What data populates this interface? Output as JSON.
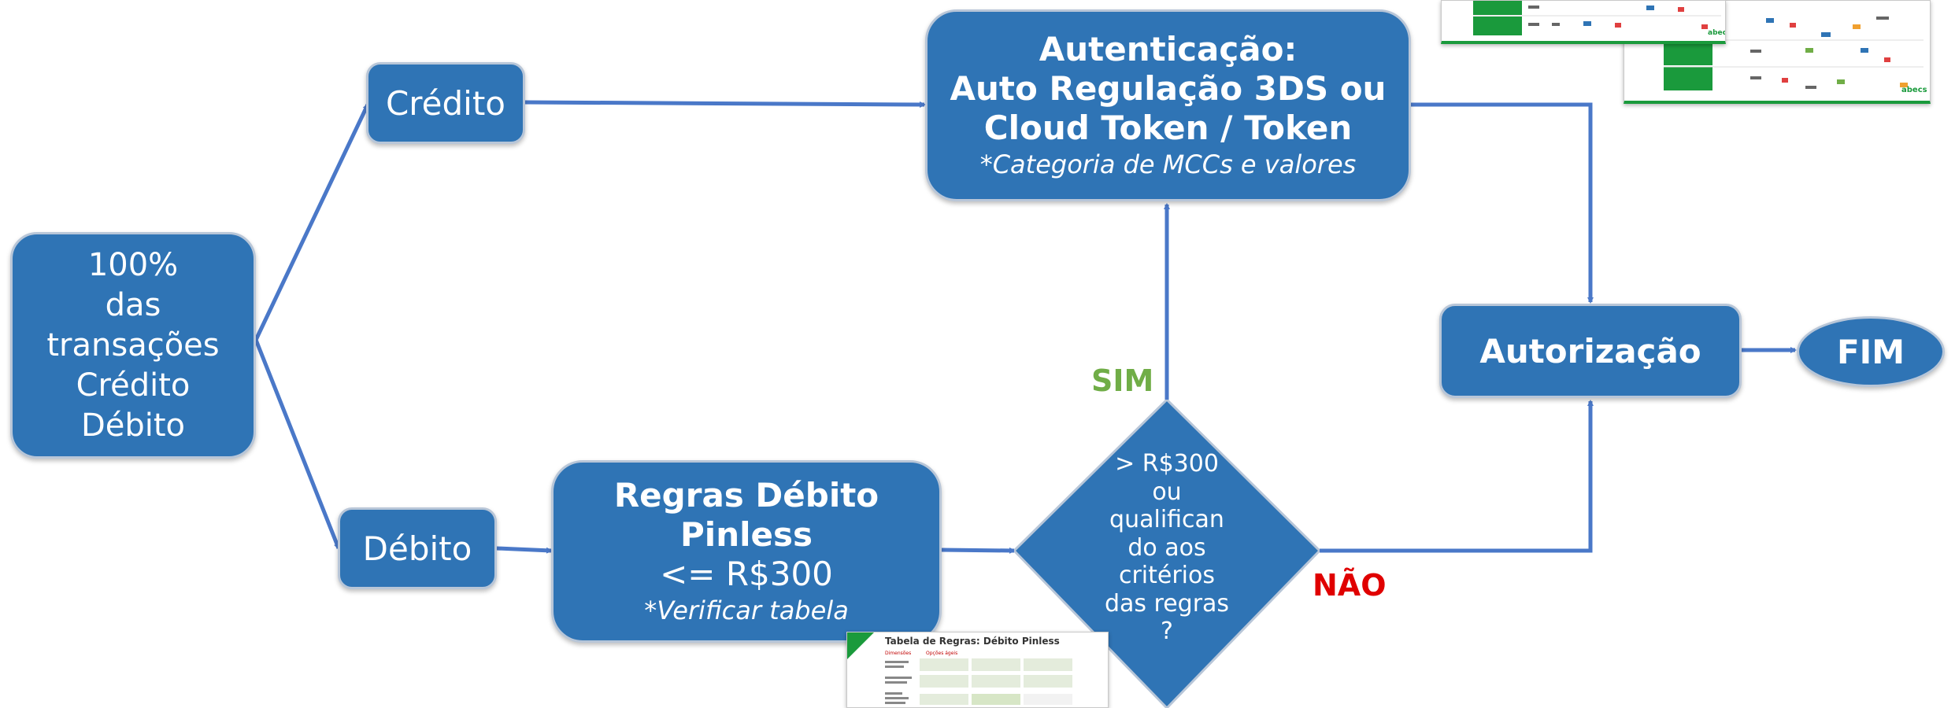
{
  "colors": {
    "node_fill": "#2f74b5",
    "edge": "#4a78c8",
    "sim": "#70ad47",
    "nao": "#e00000",
    "brand_green": "#1a9a3c"
  },
  "nodes": {
    "start": {
      "lines": [
        "100%",
        "das",
        "transações",
        "Crédito",
        "Débito"
      ]
    },
    "credito": {
      "label": "Crédito"
    },
    "debito": {
      "label": "Débito"
    },
    "auth": {
      "title1": "Autenticação:",
      "title2": "Auto Regulação 3DS ou",
      "title3": "Cloud Token / Token",
      "note": "*Categoria de MCCs e valores"
    },
    "regras": {
      "title1": "Regras Débito",
      "title2": "Pinless",
      "value": "<= R$300",
      "note": "*Verificar tabela"
    },
    "decision": {
      "lines": [
        "> R$300",
        "ou",
        "qualifican",
        "do aos",
        "critérios",
        "das regras",
        "?"
      ]
    },
    "autorizacao": {
      "label": "Autorização"
    },
    "fim": {
      "label": "FIM"
    }
  },
  "edge_labels": {
    "sim": "SIM",
    "nao": "NÃO"
  },
  "thumbnails": {
    "tabela": {
      "title": "Tabela de Regras: Débito Pinless",
      "col1": "Dimensões",
      "col2": "Opções ágeis"
    },
    "abecs_top": {
      "logo": "abecs"
    },
    "abecs_back": {
      "logo": "abecs"
    }
  }
}
